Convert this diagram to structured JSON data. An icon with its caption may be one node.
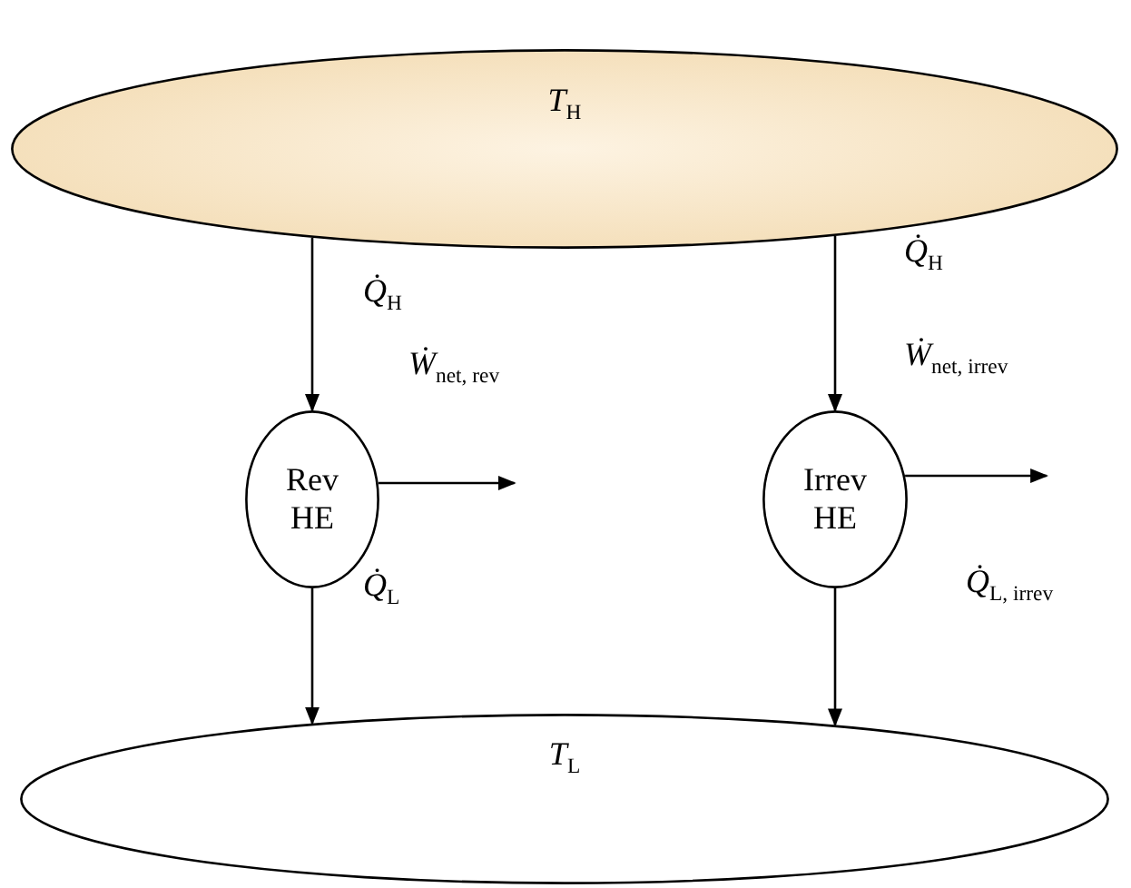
{
  "diagram": {
    "nodes": [
      {
        "text": [
          "*T*$_{H}$"
        ]
      },
      {
        "text": [
          "Rev HE"
        ]
      },
      {
        "text": [
          "Irrev HE"
        ]
      },
      {
        "text": [
          "*T*$_{L}$"
        ]
      }
    ],
    "edges": [
      {
        "from": 0,
        "to": 1,
        "arrow": "to",
        "label": "*Q̇*$_{H}$"
      },
      {
        "from": 1,
        "to": 3,
        "arrow": "to",
        "label": "*Q̇*$_{L}$"
      },
      {
        "from": 0,
        "to": 2,
        "arrow": "to",
        "label": "*Q̇*$_{H}$"
      },
      {
        "from": 2,
        "to": 3,
        "arrow": "to",
        "label": "*Q̇*$_{L}$$_{, irrev}$"
      },
      {
        "from": 1,
        "to": null,
        "arrow": "to",
        "label": "*Ẇ*$_{net, rev}$"
      },
      {
        "from": 2,
        "to": null,
        "arrow": "to",
        "label": "*Ẇ*$_{net, irrev}$"
      }
    ]
  }
}
